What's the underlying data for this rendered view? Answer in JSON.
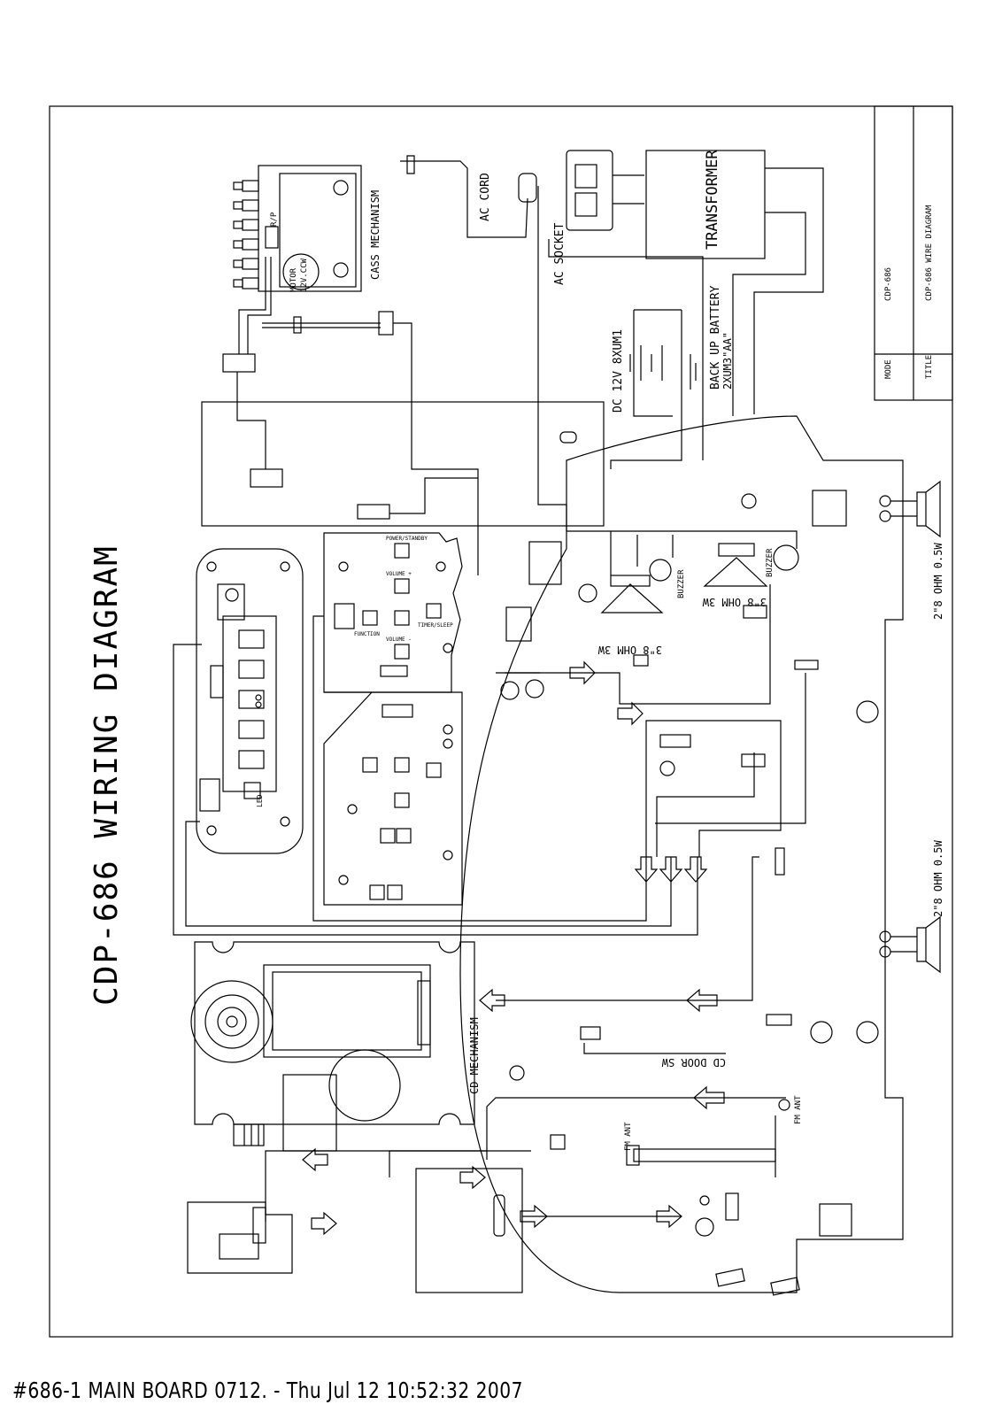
{
  "title": "CDP-686 WIRING DIAGRAM",
  "footer": "#686-1 MAIN BOARD 0712. - Thu Jul 12 10:52:32 2007",
  "title_block": {
    "mode_label": "MODE",
    "mode_value": "CDP-686",
    "title_label": "TITLE",
    "title_value": "CDP-686 WIRE DIAGRAM"
  },
  "components": {
    "transformer": "TRANSFORMER",
    "ac_cord": "AC CORD",
    "ac_socket": "AC SOCKET",
    "cass_mechanism": "CASS MECHANISM",
    "motor": "MOTOR",
    "motor_spec": "12V.CCW",
    "rp": "R/P",
    "dc_battery": "DC 12V 8XUM1",
    "backup_battery": "BACK UP BATTERY",
    "backup_battery_spec": "2XUM3\"AA\"",
    "speaker_right": "2\"8 OHM 0.5W",
    "speaker_left": "2\"8 OHM 0.5W",
    "speaker_3w_a": "3\"8 OHM 3W",
    "speaker_3w_b": "3\"8 OHM 3W",
    "buzzer_a": "BUZZER",
    "buzzer_b": "BUZZER",
    "cd_mechanism": "CD MECHANISM",
    "cd_door_sw": "CD DOOR SW",
    "fm_ant": "FM ANT",
    "led": "LED"
  },
  "keys": {
    "power_standby": "POWER/STANDBY",
    "volume_plus": "VOLUME +",
    "volume_minus": "VOLUME -",
    "timer_sleep": "TIMER/SLEEP",
    "function": "FUNCTION"
  }
}
